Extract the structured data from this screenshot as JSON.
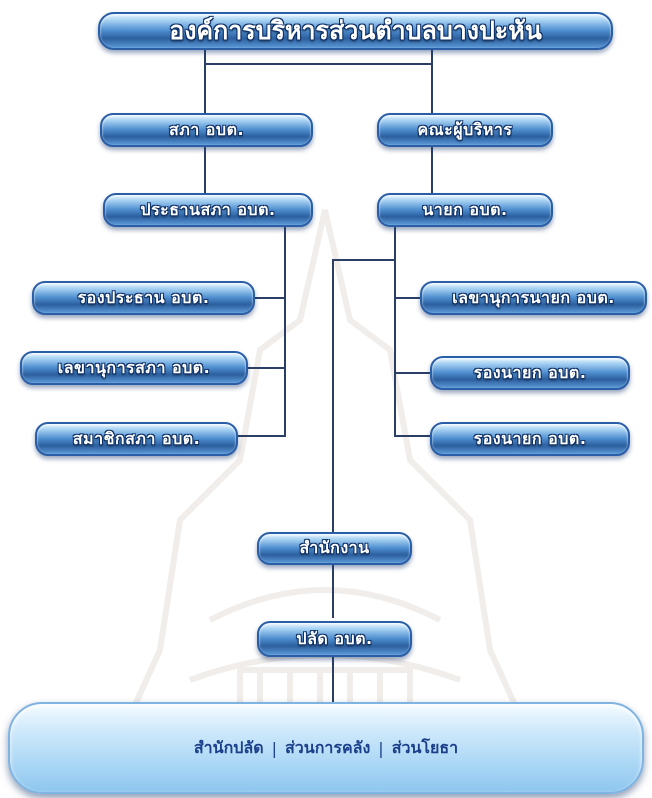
{
  "org_chart": {
    "title": "องค์การบริหารส่วนตำบลบางปะหัน",
    "council": {
      "council_box": "สภา อบต.",
      "chairman": "ประธานสภา อบต.",
      "vice_chairman": "รองประธาน อบต.",
      "secretary": "เลขานุการสภา อบต.",
      "members": "สมาชิกสภา อบต."
    },
    "executive": {
      "executive_board": "คณะผู้บริหาร",
      "mayor": "นายก อบต.",
      "mayor_secretary": "เลขานุการนายก อบต.",
      "deputy_mayor_1": "รองนายก อบต.",
      "deputy_mayor_2": "รองนายก อบต."
    },
    "office": "สำนักงาน",
    "chief_administrator": "ปลัด อบต.",
    "departments": {
      "dept_1": "สำนักปลัด",
      "dept_2": "ส่วนการคลัง",
      "dept_3": "ส่วนโยธา",
      "separator": "|"
    }
  }
}
